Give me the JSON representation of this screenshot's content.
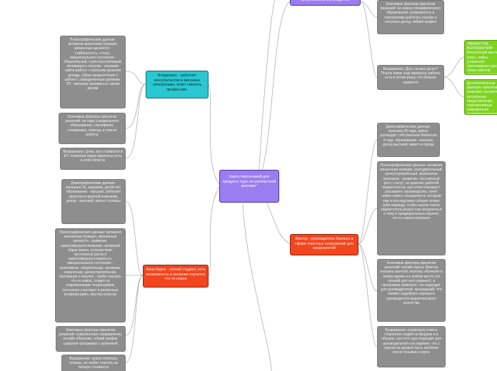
{
  "central": "Карта персонажей для продукта \"курс по контекстной рекламе\"",
  "branches": {
    "owner": {
      "title": "Владелеас - работает консультантом в магазине электроники, хочет сменить профессию.",
      "psycho": "Психографические данные: активная жизненная позиция, жизненные ценности - стабильность, статус, эмоциональное состояние - общительный, стрессоустойчивый, мотивация к покупке - желание найти работу с хорошим уровнем дохода, образ предпочтения к работе с определенным уровнем. ЗП - желание заниматься своим делом",
      "factors": "Ключевые факторы принятия решений: не надо специального образования, сертификат, стажировка, помощь в поиске работы",
      "objection": "Возражения: Цена, все стоимости в ЕТ, посмотри какие варианты есть в этой области"
    },
    "student": {
      "title": "Анна Бруга - летний студент, есть возможность и желание научится что-то новое",
      "demo": "Демографические данные: женщина 35, замужем, детей нет, образование - высшее, работает юристом в крупной компании, доход - высокий, жилье столицы",
      "psycho": "Психографические данные: активная жизненная позиция, жизненные ценности - развитие, самосовершенствование, активный образ жизни, путешествия, постоянное расти и самосовершенствоваться, эмоциональное состояние - позитивное, общительная, активная, энергичная, целеустремлённая, мотивация к покупке - любит изучать что-то новое, следит за современными тенденциями, постоянно участвует в различных конференциях, мастер-классах",
      "factors": "Ключевые факторы принятия решений: современные направления, онлайн обучение, гибкий график, широкая программа с практикой",
      "objection": "Возражения: нужно почитать отзывы, не любит платить за полную стоимость"
    },
    "top": {
      "title": "прогрессивный руководитель",
      "factors": "Ключевые факторы принятия решений: не нужно специфического образования, возможность в перспективе работать онлайн и получать доход, гибкий график",
      "objection": "Возражения: Даст ли мне денег? Пошлу какие еще варианты работы есть в потом решу, что больше нравится"
    },
    "manager": {
      "title": "Виктор - руководитель бизнеса в сфере очистных сооружений для предприятий",
      "demo": "Демографические данные: мужчина 35 года, женат, руководит собственным бизнесом 4 года, образование - высшее, доход высокий, живет в городе",
      "psycho": "Психографические данные: активная жизненная позиция, рассудительный, целеустремлённый, жизненные принципы - развитие, постоянный рост, статус; не доволен работой маркетологов, при этом планирует расширить производство, хочет найти нового специалиста, который уже в последствии соберет вокруг себя команду; чтобы нашли такого маркетолога решил сам погрузиться в тему и предварительно изучить что-то самостоятельно",
      "factors": "Ключевые факторы принятия решений: онлайн-курсы (Виктор человек занятой, поэтому обучение в любое время и в любом месте это лучший для него вариант), в программе заявлено, что подходит для руководителей, прошедший, что сможет подобрать хорошего руководителя маркетингового агентства",
      "objection": "Возражения: посмотрев ответы сторонних людей на форуме и в обзорах, как этот курс подходит для руководителей и их вариант, что у курсов не должно быть проблем после отзывов о курсе"
    },
    "right": {
      "processing": "ОБРАБОТКА ВОЗРАЖЕНИЙ: Бесплатный мастер-класс, кейсы успешного прохождения курса, точки пойнтов позволяют прийти к этим занятиям и получить скидку на полный курс",
      "extra": "Дополнительные факторы принятия решения: рассрочка, актуальные представления, перспективные направления развития маркетинга"
    }
  }
}
